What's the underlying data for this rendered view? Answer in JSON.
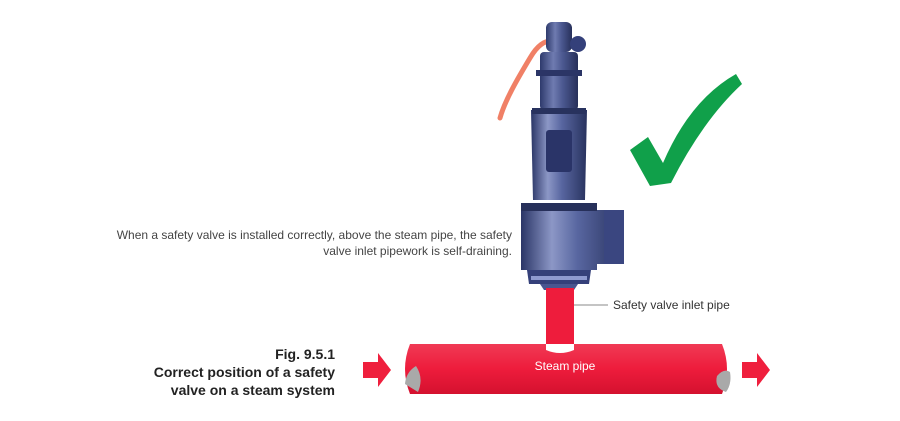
{
  "figure": {
    "number": "Fig. 9.5.1",
    "title_line1": "Correct position of a safety",
    "title_line2": "valve on a steam system"
  },
  "note": "When a safety valve is installed correctly, above the steam pipe, the safety valve inlet pipework is self-draining.",
  "labels": {
    "inlet_pipe": "Safety valve inlet pipe",
    "steam_pipe": "Steam pipe"
  },
  "colors": {
    "pipe_red": "#ef1f3d",
    "valve_blue": "#3b4a82",
    "check_green": "#10a04a",
    "lever_orange": "#f08066"
  },
  "icons": [
    "checkmark-icon",
    "flow-arrow-icon"
  ]
}
